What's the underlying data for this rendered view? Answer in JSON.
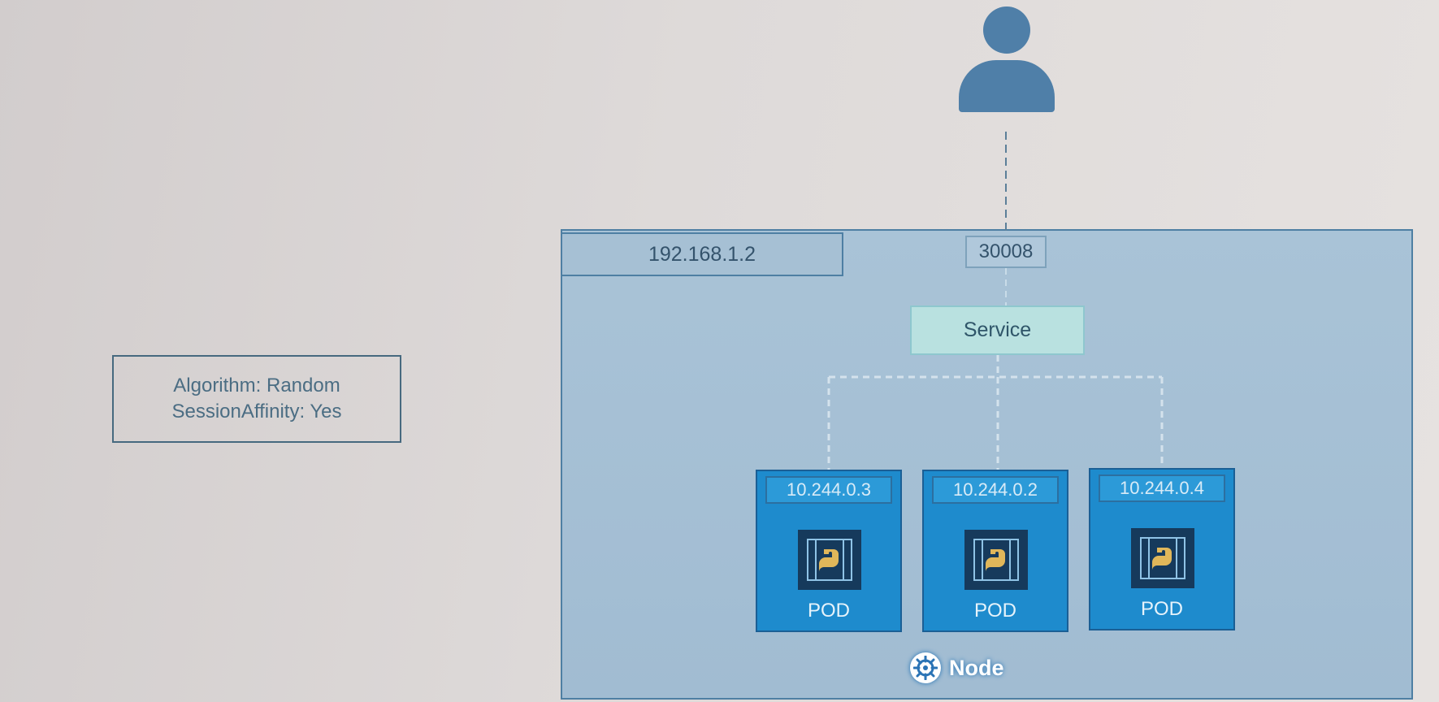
{
  "info_box": {
    "line1": "Algorithm: Random",
    "line2": "SessionAffinity: Yes"
  },
  "node": {
    "ip": "192.168.1.2",
    "port": "30008",
    "label": "Node",
    "label_icon": "kubernetes-helm-icon"
  },
  "service": {
    "label": "Service"
  },
  "user": {
    "icon": "user-icon"
  },
  "pods": [
    {
      "ip": "10.244.0.3",
      "label": "POD",
      "icon": "container-icon"
    },
    {
      "ip": "10.244.0.2",
      "label": "POD",
      "icon": "container-icon"
    },
    {
      "ip": "10.244.0.4",
      "label": "POD",
      "icon": "container-icon"
    }
  ],
  "colors": {
    "node_fill": "#a9c3d7",
    "pod_fill": "#1e8bcd",
    "service_fill": "#b9e1e0",
    "user_fill": "#4f7fa8"
  }
}
